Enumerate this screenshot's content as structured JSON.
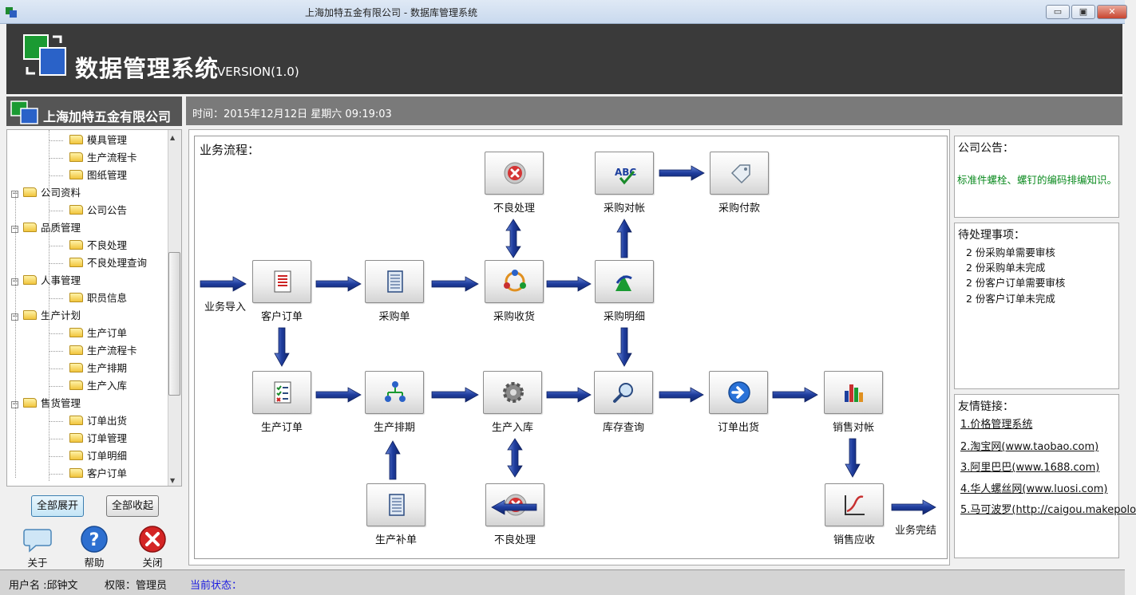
{
  "window": {
    "title": "上海加特五金有限公司 - 数据库管理系统",
    "minimize": "▭",
    "maximize": "▣",
    "close": "✕"
  },
  "header": {
    "title": "数据管理系统",
    "version": "VERSION(1.0)"
  },
  "sidebar": {
    "company": "上海加特五金有限公司",
    "tree": [
      {
        "label": "模具管理",
        "level": 2
      },
      {
        "label": "生产流程卡",
        "level": 2
      },
      {
        "label": "图纸管理",
        "level": 2
      },
      {
        "label": "公司资料",
        "level": 1
      },
      {
        "label": "公司公告",
        "level": 2
      },
      {
        "label": "品质管理",
        "level": 1
      },
      {
        "label": "不良处理",
        "level": 2
      },
      {
        "label": "不良处理查询",
        "level": 2
      },
      {
        "label": "人事管理",
        "level": 1
      },
      {
        "label": "职员信息",
        "level": 2
      },
      {
        "label": "生产计划",
        "level": 1
      },
      {
        "label": "生产订单",
        "level": 2
      },
      {
        "label": "生产流程卡",
        "level": 2
      },
      {
        "label": "生产排期",
        "level": 2
      },
      {
        "label": "生产入库",
        "level": 2
      },
      {
        "label": "售货管理",
        "level": 1
      },
      {
        "label": "订单出货",
        "level": 2
      },
      {
        "label": "订单管理",
        "level": 2
      },
      {
        "label": "订单明细",
        "level": 2
      },
      {
        "label": "客户订单",
        "level": 2
      }
    ],
    "expand_all": "全部展开",
    "collapse_all": "全部收起",
    "about": "关于",
    "help": "帮助",
    "close": "关闭"
  },
  "timebar": {
    "text": "时间：2015年12月12日 星期六  09:19:03"
  },
  "flow": {
    "title": "业务流程：",
    "start_label": "业务导入",
    "end_label": "业务完结",
    "nodes": {
      "bad_top": "不良处理",
      "purchase_reconcile": "采购对帐",
      "purchase_payment": "采购付款",
      "customer_order": "客户订单",
      "purchase_order": "采购单",
      "purchase_receive": "采购收货",
      "purchase_detail": "采购明细",
      "production_order": "生产订单",
      "production_schedule": "生产排期",
      "production_storage": "生产入库",
      "inventory_query": "库存查询",
      "order_shipment": "订单出货",
      "sales_reconcile": "销售对帐",
      "production_supplement": "生产补单",
      "bad_bottom": "不良处理",
      "sales_receivable": "销售应收"
    }
  },
  "notice": {
    "title": "公司公告：",
    "text": "标准件螺栓、螺钉的编码排编知识。"
  },
  "todo": {
    "title": "待处理事项：",
    "items": [
      "2  份采购单需要审核",
      "2  份采购单未完成",
      "2  份客户订单需要审核",
      "2  份客户订单未完成"
    ]
  },
  "links": {
    "title": "友情链接：",
    "items": [
      "1.价格管理系统",
      "2.淘宝网(www.taobao.com)",
      "3.阿里巴巴(www.1688.com)",
      "4.华人螺丝网(www.luosi.com)",
      "5.马可波罗(http://caigou.makepolo"
    ]
  },
  "status": {
    "user": "用户名 :邱钟文",
    "role": "权限：管理员",
    "state": "当前状态："
  },
  "colors": {
    "banner": "#3a3a3a",
    "arrow": "#1f3f9a",
    "notice_text": "#0a8a1e",
    "status_state": "#1a1ae0"
  }
}
